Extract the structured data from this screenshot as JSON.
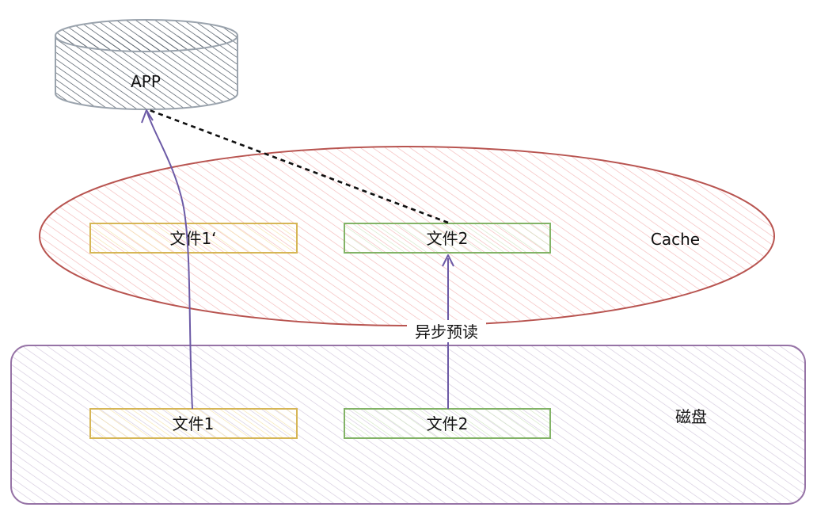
{
  "nodes": {
    "app": {
      "label": "APP"
    },
    "cache": {
      "label": "Cache"
    },
    "disk": {
      "label": "磁盘"
    },
    "cache_file1": {
      "label": "文件1‘"
    },
    "cache_file2": {
      "label": "文件2"
    },
    "disk_file1": {
      "label": "文件1"
    },
    "disk_file2": {
      "label": "文件2"
    }
  },
  "edges": {
    "prefetch": {
      "label": "异步预读"
    }
  },
  "colors": {
    "app_stroke": "#9aa3ad",
    "app_hatch": "#4a5560",
    "cache_stroke": "#b85450",
    "cache_hatch": "#f3b8b8",
    "disk_stroke": "#9673a6",
    "disk_hatch": "#d3c8dd",
    "file1_stroke": "#d6b656",
    "file1_hatch": "#f5e3a8",
    "file2_stroke": "#82b366",
    "file2_hatch": "#cfe5c0",
    "arrow": "#6c5aa6",
    "dashed": "#111111"
  }
}
